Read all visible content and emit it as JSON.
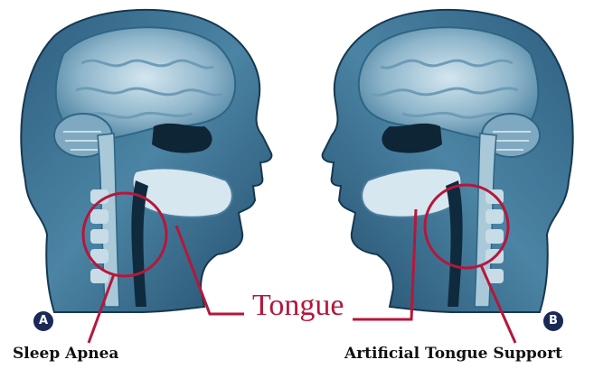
{
  "labels": {
    "tongue": "Tongue",
    "left_caption": "Sleep Apnea",
    "right_caption": "Artificial Tongue Support",
    "left_badge": "A",
    "right_badge": "B"
  },
  "colors": {
    "callout": "#b5173b",
    "mri_dark": "#1f4a6b",
    "mri_mid": "#4a7f9f",
    "mri_light": "#bcd6e3",
    "badge": "#1a2a55"
  }
}
